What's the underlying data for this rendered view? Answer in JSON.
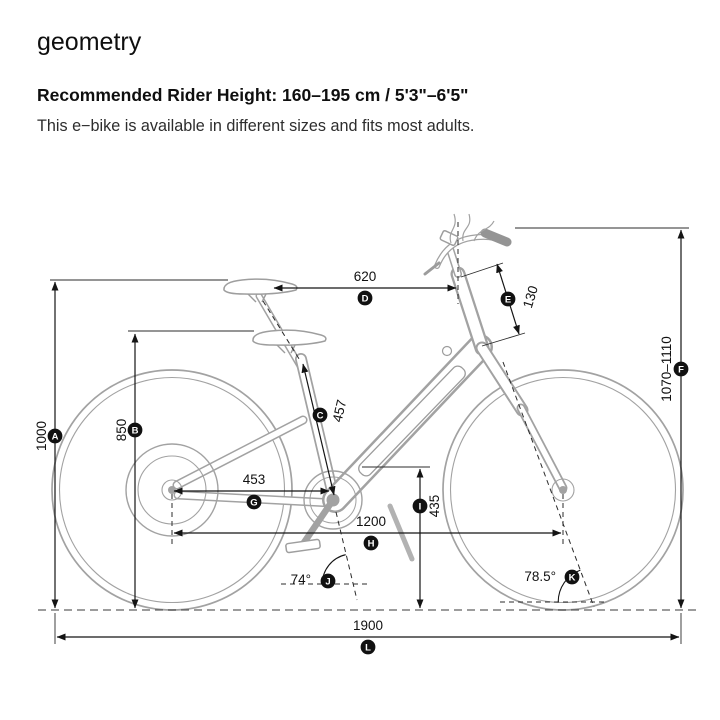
{
  "header": {
    "title": "geometry",
    "subtitle": "Recommended Rider Height: 160–195 cm / 5'3\"–6'5\"",
    "description": "This e−bike is available in different sizes and fits most adults."
  },
  "dimensions": {
    "A": {
      "label": "A",
      "value": "1000"
    },
    "B": {
      "label": "B",
      "value": "850"
    },
    "C": {
      "label": "C",
      "value": "457"
    },
    "D": {
      "label": "D",
      "value": "620"
    },
    "E": {
      "label": "E",
      "value": "130"
    },
    "F": {
      "label": "F",
      "value": "1070–1110"
    },
    "G": {
      "label": "G",
      "value": "453"
    },
    "H": {
      "label": "H",
      "value": "1200"
    },
    "I": {
      "label": "I",
      "value": "435"
    },
    "J": {
      "label": "J",
      "value": "74°"
    },
    "K": {
      "label": "K",
      "value": "78.5°"
    },
    "L": {
      "label": "L",
      "value": "1900"
    }
  },
  "colors": {
    "bike_line": "#a2a2a2",
    "dimension_line": "#141414",
    "badge_bg": "#111111",
    "badge_text": "#ffffff"
  }
}
